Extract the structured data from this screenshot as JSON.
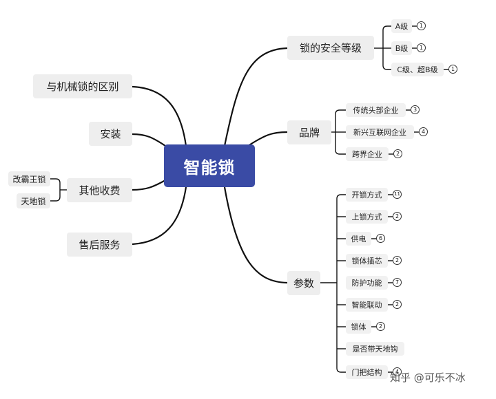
{
  "root": "智能锁",
  "left": {
    "difference": "与机械锁的区别",
    "install": "安装",
    "fees": {
      "label": "其他收费",
      "children": [
        "改霸王锁",
        "天地锁"
      ]
    },
    "aftersales": "售后服务"
  },
  "right": {
    "security": {
      "label": "锁的安全等级",
      "children": [
        {
          "label": "A级",
          "count": "1"
        },
        {
          "label": "B级",
          "count": "1"
        },
        {
          "label": "C级、超B级",
          "count": "1"
        }
      ]
    },
    "brand": {
      "label": "品牌",
      "children": [
        {
          "label": "传统头部企业",
          "count": "3"
        },
        {
          "label": "新兴互联网企业",
          "count": "4"
        },
        {
          "label": "跨界企业",
          "count": "2"
        }
      ]
    },
    "params": {
      "label": "参数",
      "children": [
        {
          "label": "开锁方式",
          "count": "11"
        },
        {
          "label": "上锁方式",
          "count": "2"
        },
        {
          "label": "供电",
          "count": "6"
        },
        {
          "label": "锁体插芯",
          "count": "2"
        },
        {
          "label": "防护功能",
          "count": "7"
        },
        {
          "label": "智能联动",
          "count": "2"
        },
        {
          "label": "锁体",
          "count": "2"
        },
        {
          "label": "是否带天地钩",
          "count": ""
        },
        {
          "label": "门把结构",
          "count": "4"
        }
      ]
    }
  },
  "watermark": "知乎 @可乐不冰"
}
